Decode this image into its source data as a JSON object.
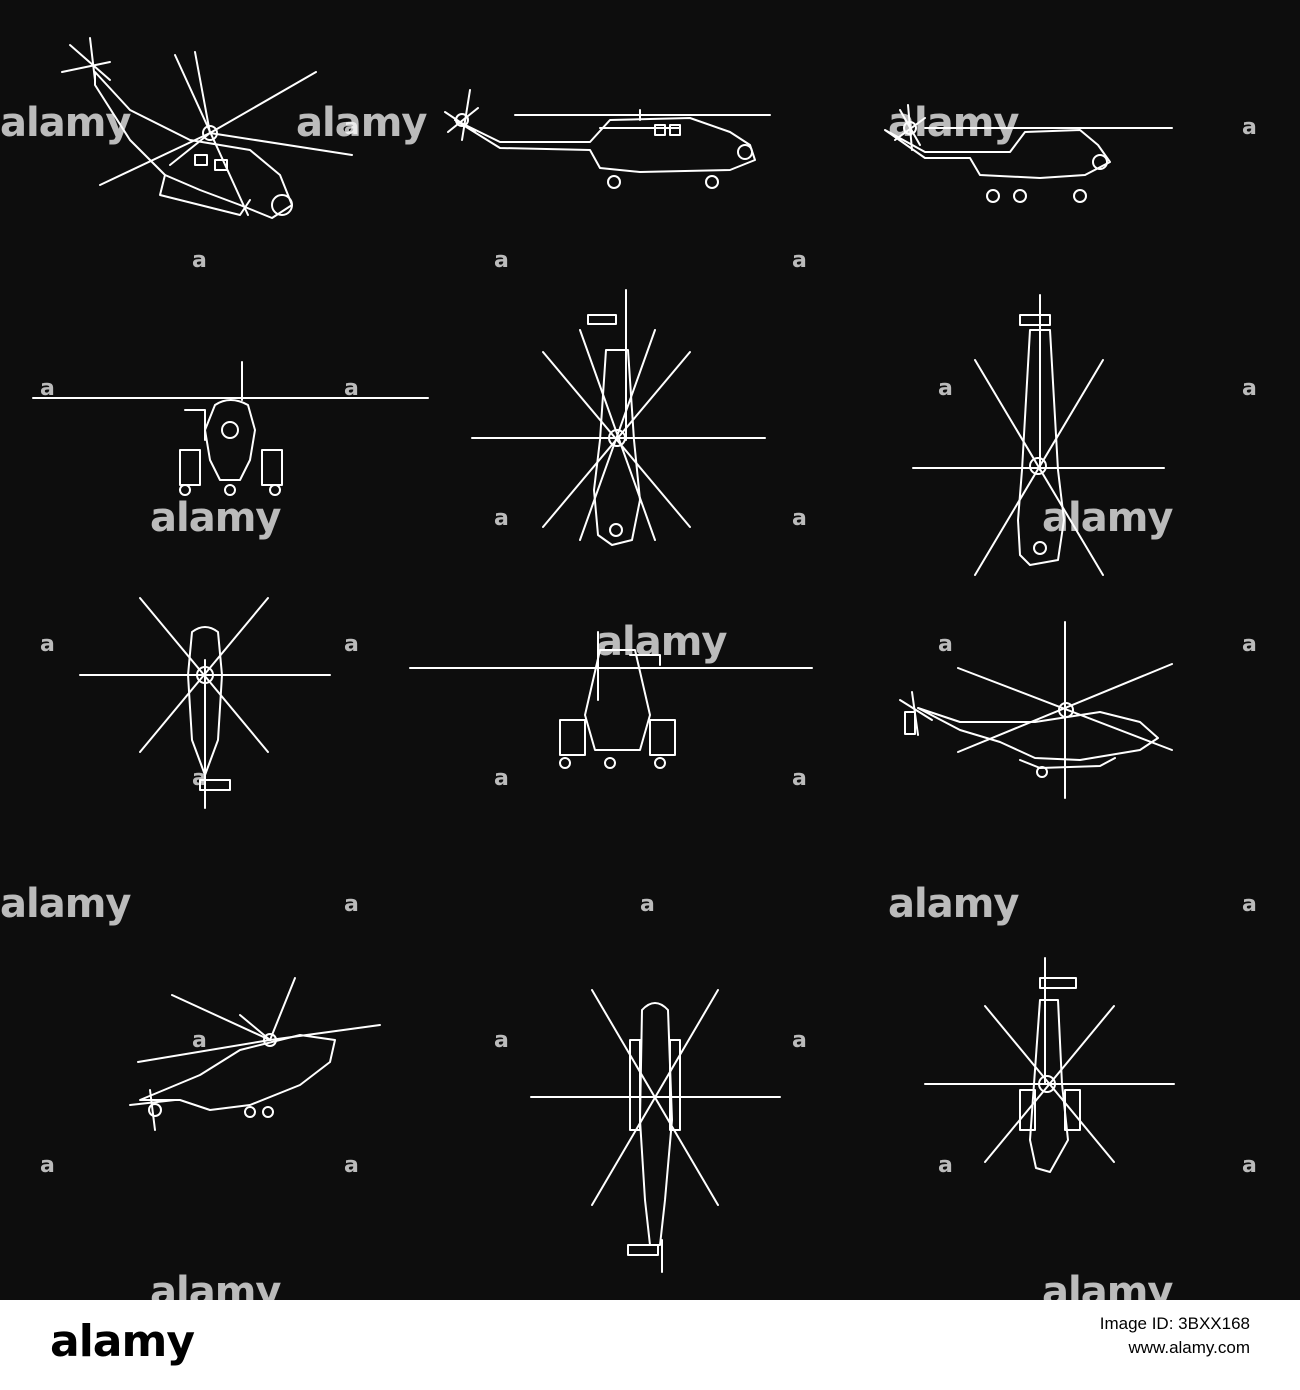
{
  "watermark": {
    "word": "alamy",
    "letter": "a"
  },
  "footer": {
    "logo": "alamy",
    "image_id": "Image ID: 3BXX168",
    "url": "www.alamy.com"
  },
  "colors": {
    "background": "#0d0d0d",
    "line": "#ffffff",
    "footer_bg": "#ffffff",
    "footer_text": "#000000"
  },
  "views": [
    "side-oblique",
    "side",
    "side",
    "front",
    "top",
    "top",
    "top",
    "front",
    "side-oblique",
    "oblique",
    "bottom",
    "top"
  ]
}
